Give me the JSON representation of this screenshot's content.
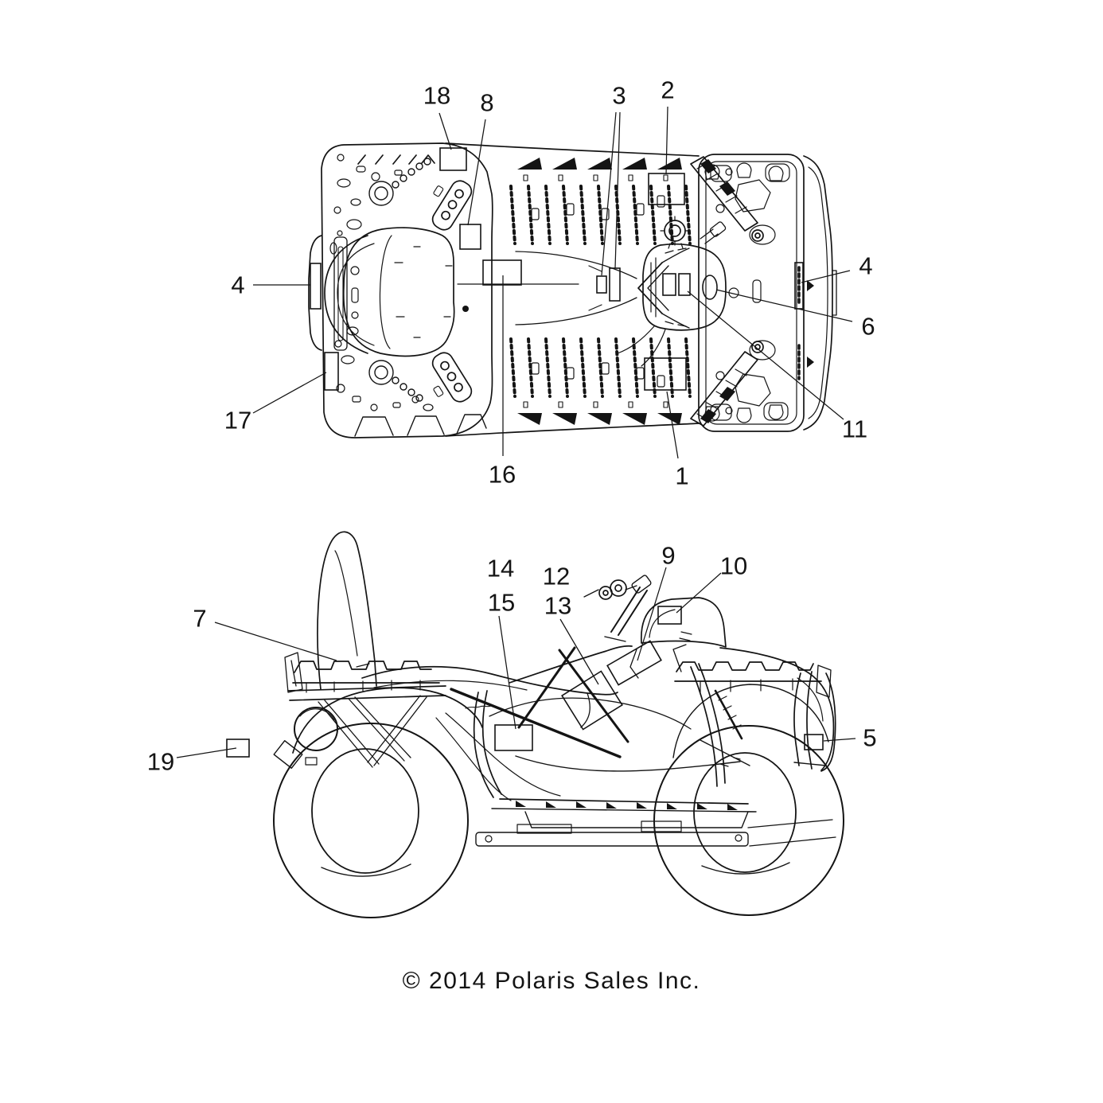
{
  "callouts": {
    "c1": "1",
    "c2": "2",
    "c3": "3",
    "c4_left": "4",
    "c4_right": "4",
    "c5": "5",
    "c6": "6",
    "c7": "7",
    "c8": "8",
    "c9": "9",
    "c10": "10",
    "c11": "11",
    "c12": "12",
    "c13": "13",
    "c14": "14",
    "c15": "15",
    "c16": "16",
    "c17": "17",
    "c18": "18",
    "c19": "19"
  },
  "footer": {
    "copyright": "© 2014  Polaris Sales Inc."
  }
}
